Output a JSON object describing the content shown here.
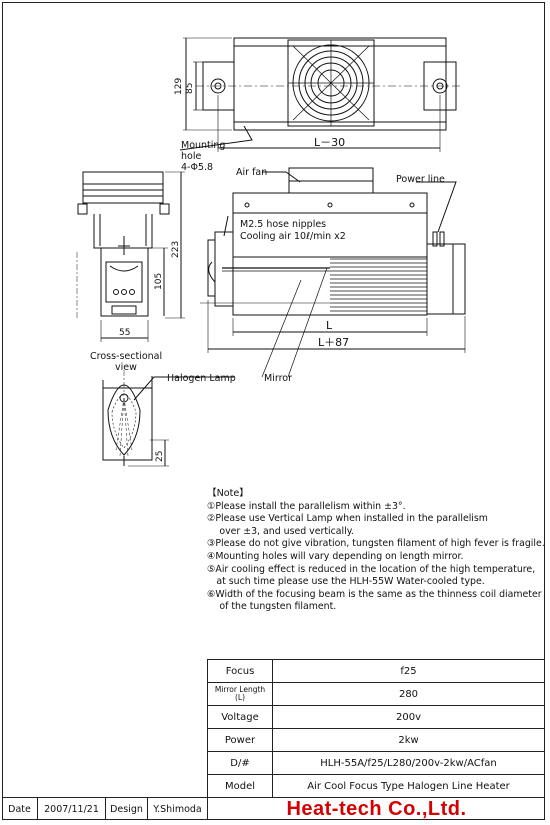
{
  "labels": {
    "mounting_hole": "Mounting",
    "mounting_hole_2": "hole",
    "mounting_hole_3": "4-Φ5.8",
    "air_fan": "Air fan",
    "power_line": "Power line",
    "nipples_1": "M2.5 hose nipples",
    "nipples_2": "Cooling air 10ℓ/min x2",
    "cross_section_1": "Cross-sectional",
    "cross_section_2": "view",
    "halogen_lamp": "Halogen Lamp",
    "mirror": "Mirror"
  },
  "dimensions": {
    "d129": "129",
    "d85": "85",
    "l_minus_30": "L－30",
    "d223": "223",
    "d105": "105",
    "d55": "55",
    "l": "L",
    "l_plus_87": "L＋87",
    "d25": "25"
  },
  "notes": {
    "title": "【Note】",
    "items": [
      "①Please install the parallelism within ±3°.",
      "②Please use Vertical Lamp when installed in the parallelism",
      "　 over ±3, and used vertically.",
      "③Please do not give vibration, tungsten filament of high fever is fragile.",
      "④Mounting holes will vary depending on length mirror.",
      "⑤Air cooling effect is reduced in the location of the high temperature,",
      "　at such time please use the HLH-55W Water-cooled type.",
      "⑥Width of the focusing beam is the same as the thinness coil diameter",
      "　 of the tungsten filament."
    ]
  },
  "specs": [
    {
      "key": "Focus",
      "value": "f25"
    },
    {
      "key": "Mirror Length (L)",
      "value": "280"
    },
    {
      "key": "Voltage",
      "value": "200v"
    },
    {
      "key": "Power",
      "value": "2kw"
    },
    {
      "key": "D/#",
      "value": "HLH-55A/f25/L280/200v-2kw/ACfan"
    },
    {
      "key": "Model",
      "value": "Air Cool Focus Type Halogen Line Heater"
    }
  ],
  "footer": {
    "date_label": "Date",
    "date_value": "2007/11/21",
    "design_label": "Design",
    "design_value": "Y.Shimoda",
    "company": "Heat-tech Co.,Ltd."
  }
}
